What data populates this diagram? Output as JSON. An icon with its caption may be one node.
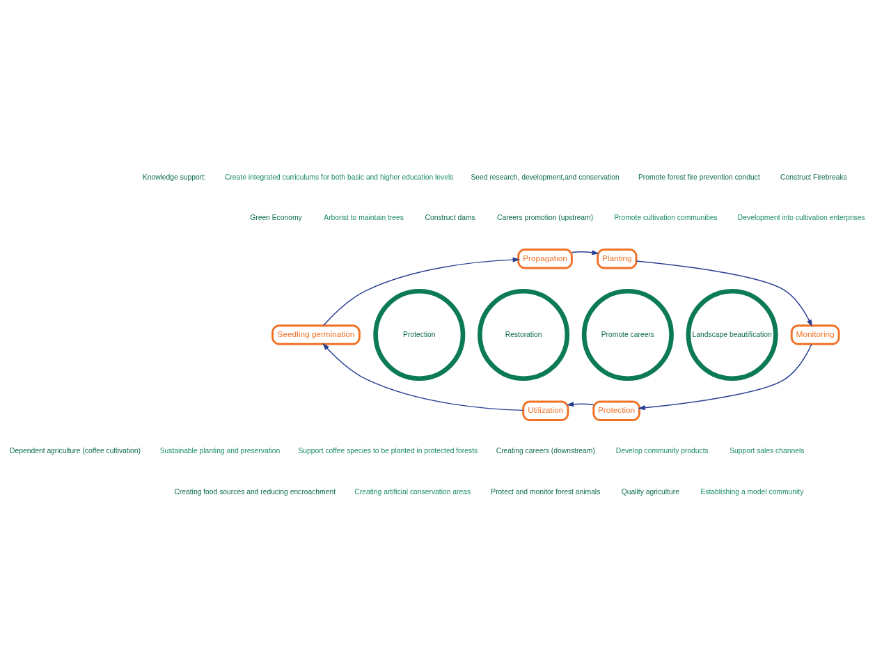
{
  "diagram": {
    "nodes": [
      {
        "text": [
          "Seedling germination"
        ]
      },
      {
        "text": [
          "Propagation"
        ]
      },
      {
        "text": [
          "Planting"
        ]
      },
      {
        "text": [
          "Monitoring"
        ]
      },
      {
        "text": [
          "Protection"
        ]
      },
      {
        "text": [
          "Utilization"
        ]
      },
      {
        "text": [
          "Protection"
        ]
      },
      {
        "text": [
          "Restoration"
        ]
      },
      {
        "text": [
          "Promote careers"
        ]
      },
      {
        "text": [
          "Landscape beautification"
        ]
      }
    ],
    "edges": [
      {
        "from": 0,
        "to": 1,
        "arrow": "to"
      },
      {
        "from": 1,
        "to": 2,
        "arrow": "to"
      },
      {
        "from": 2,
        "to": 3,
        "arrow": "to"
      },
      {
        "from": 3,
        "to": 4,
        "arrow": "to"
      },
      {
        "from": 4,
        "to": 5,
        "arrow": "to"
      },
      {
        "from": 5,
        "to": 0,
        "arrow": "to"
      }
    ],
    "labels": [
      "Knowledge support:",
      "Create integrated curriculums for both basic and higher education levels",
      "Seed research, development,and conservation",
      "Promote forest fire prevention conduct",
      "Construct Firebreaks",
      "Green Economy",
      "Arborist to maintain trees",
      "Construct dams",
      "Careers promotion (upstream)",
      "Promote cultivation communities",
      "Development into cultivation enterprises",
      "Dependent agriculture (coffee cultivation)",
      "Sustainable planting and preservation",
      "Support coffee species to be planted in protected forests",
      "Creating careers (downstream)",
      "Develop community products",
      "Support sales channels",
      "Creating food sources and reducing encroachment",
      "Creating artificial conservation areas",
      "Protect and monitor forest animals",
      "Quality agriculture",
      "Establishing a model community"
    ]
  }
}
